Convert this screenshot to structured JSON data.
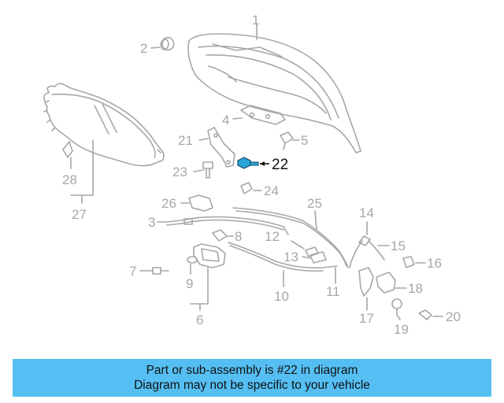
{
  "diagram": {
    "labels": {
      "1": "1",
      "2": "2",
      "3": "3",
      "4": "4",
      "5": "5",
      "6": "6",
      "7": "7",
      "8": "8",
      "9": "9",
      "10": "10",
      "11": "11",
      "12": "12",
      "13": "13",
      "14": "14",
      "15": "15",
      "16": "16",
      "17": "17",
      "18": "18",
      "19": "19",
      "20": "20",
      "21": "21",
      "22": "22",
      "23": "23",
      "24": "24",
      "25": "25",
      "26": "26",
      "27": "27",
      "28": "28"
    },
    "highlighted_part": "22",
    "colors": {
      "part_line": "#a7a7a7",
      "highlight_part": "#2aa5d8",
      "highlight_label": "#111111"
    }
  },
  "caption": {
    "line1": "Part or sub-assembly is #22 in diagram",
    "line2": "Diagram may not be specific to your vehicle",
    "background": "#55bff3"
  }
}
